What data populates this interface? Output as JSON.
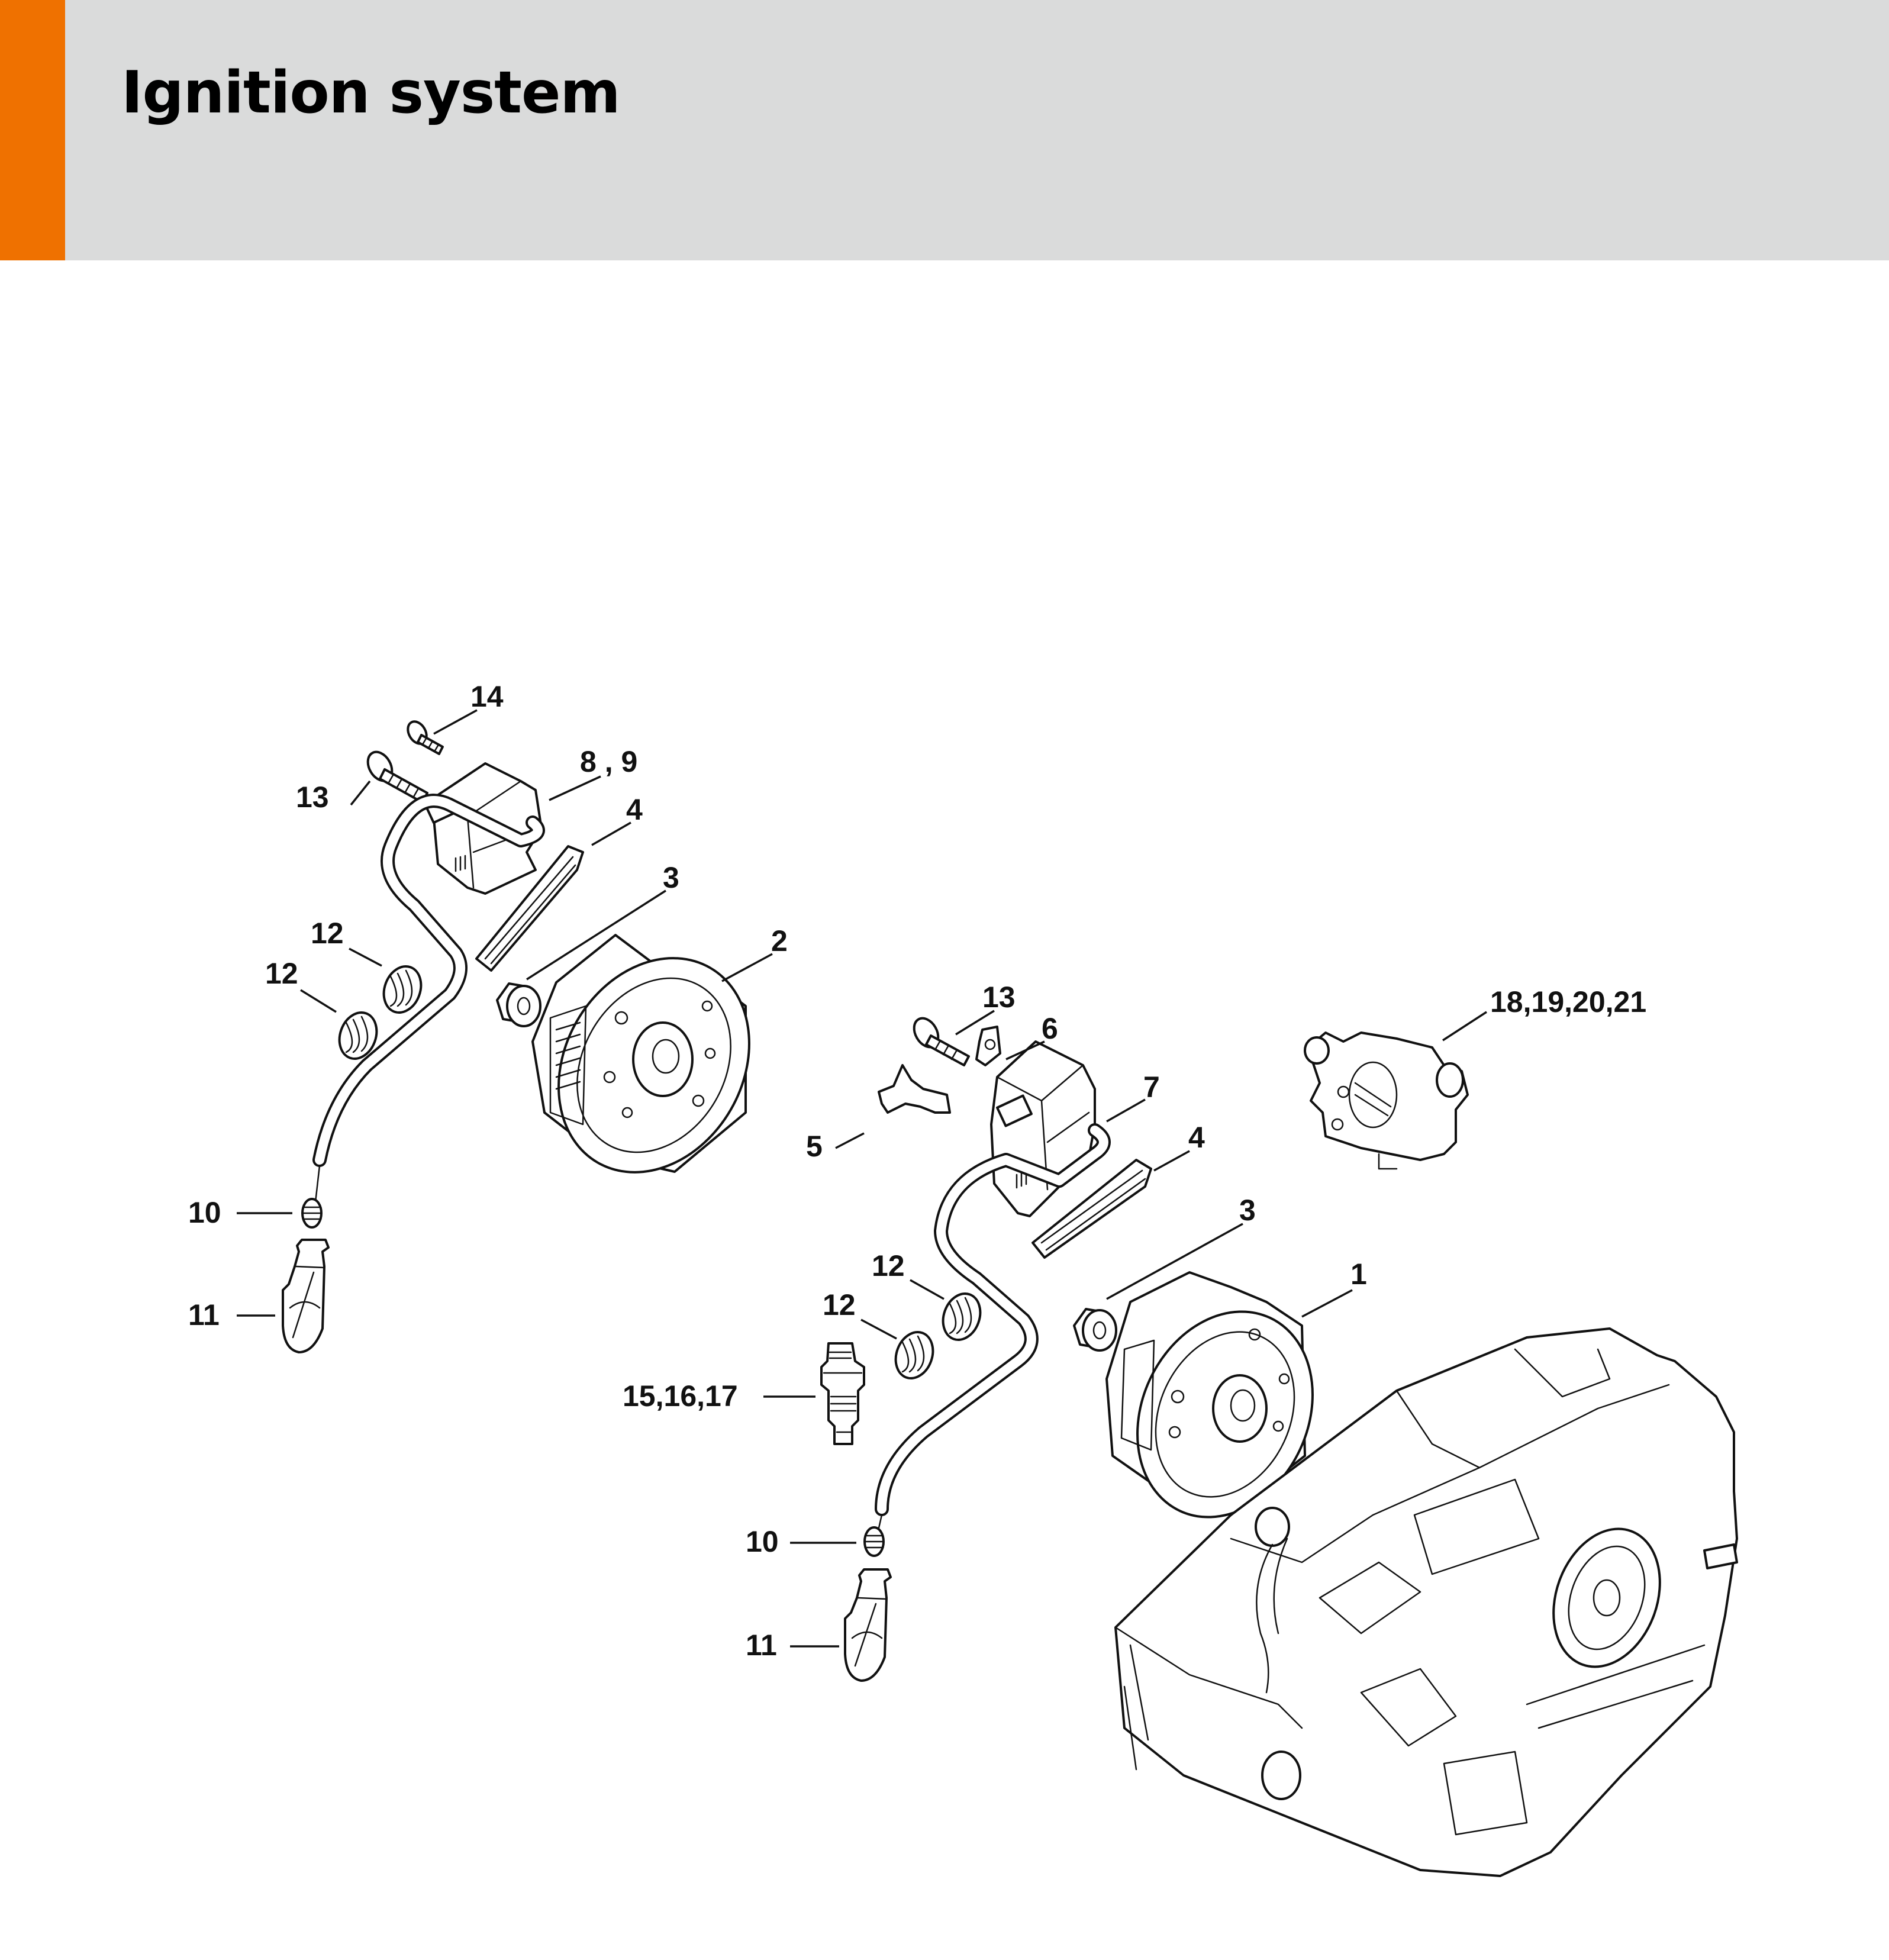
{
  "header": {
    "title": "Ignition system",
    "accent_color": "#ef7100",
    "background_color": "#dadbdb"
  },
  "diagram": {
    "callouts": [
      {
        "id": "c14a",
        "label": "14"
      },
      {
        "id": "c89",
        "label": "8 , 9"
      },
      {
        "id": "c13a",
        "label": "13"
      },
      {
        "id": "c4a",
        "label": "4"
      },
      {
        "id": "c3a",
        "label": "3"
      },
      {
        "id": "c12a",
        "label": "12"
      },
      {
        "id": "c12b",
        "label": "12"
      },
      {
        "id": "c2",
        "label": "2"
      },
      {
        "id": "c10a",
        "label": "10"
      },
      {
        "id": "c11a",
        "label": "11"
      },
      {
        "id": "c13b",
        "label": "13"
      },
      {
        "id": "c6",
        "label": "6"
      },
      {
        "id": "c18",
        "label": "18,19,20,21"
      },
      {
        "id": "c7",
        "label": "7"
      },
      {
        "id": "c5",
        "label": "5"
      },
      {
        "id": "c4b",
        "label": "4"
      },
      {
        "id": "c3b",
        "label": "3"
      },
      {
        "id": "c12c",
        "label": "12"
      },
      {
        "id": "c12d",
        "label": "12"
      },
      {
        "id": "c1",
        "label": "1"
      },
      {
        "id": "c15",
        "label": "15,16,17"
      },
      {
        "id": "c10b",
        "label": "10"
      },
      {
        "id": "c11b",
        "label": "11"
      }
    ]
  }
}
